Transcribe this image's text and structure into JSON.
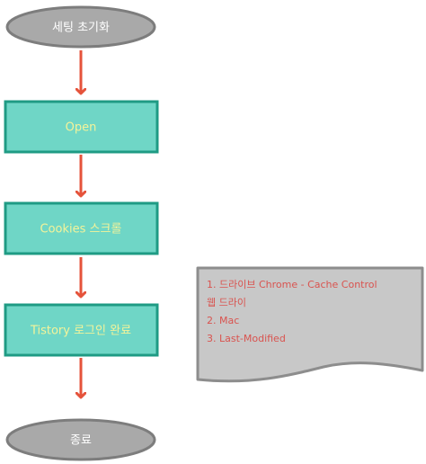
{
  "diagram": {
    "start": "세팅 초기화",
    "steps": [
      "Open",
      "Cookies 스크롤",
      "Tistory 로그인 완료"
    ],
    "end": "종료",
    "note": {
      "lines": [
        "1.  드라이브 Chrome - Cache Control",
        "     웹 드라이",
        "2.  Mac",
        "3.  Last-Modified"
      ]
    }
  },
  "colors": {
    "terminator_fill": "#a9a9a9",
    "terminator_stroke": "#7d7d7d",
    "process_fill": "#6fd6c6",
    "process_stroke": "#1f9b84",
    "arrow": "#e5533b",
    "note_fill": "#c8c8c8",
    "note_stroke": "#8d8d8d",
    "note_text": "#d9534f"
  }
}
